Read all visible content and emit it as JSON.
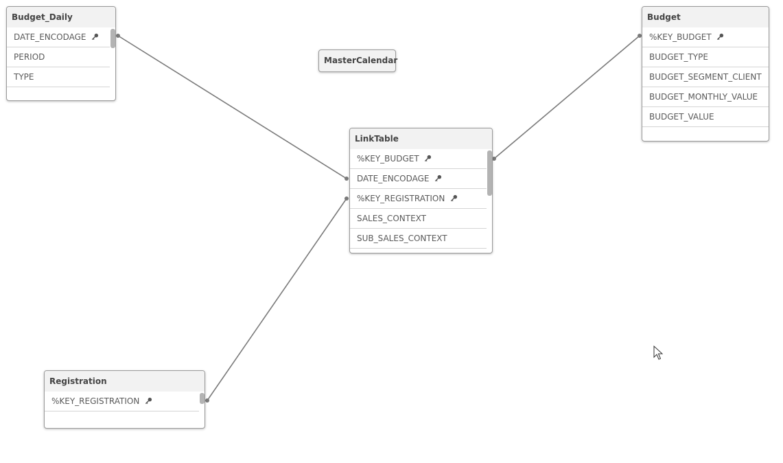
{
  "tables": {
    "budget_daily": {
      "title": "Budget_Daily",
      "fields": [
        "DATE_ENCODAGE",
        "PERIOD",
        "TYPE"
      ],
      "key_fields": [
        "DATE_ENCODAGE"
      ]
    },
    "master_calendar": {
      "title": "MasterCalendar"
    },
    "budget": {
      "title": "Budget",
      "fields": [
        "%KEY_BUDGET",
        "BUDGET_TYPE",
        "BUDGET_SEGMENT_CLIENT",
        "BUDGET_MONTHLY_VALUE",
        "BUDGET_VALUE"
      ],
      "key_fields": [
        "%KEY_BUDGET"
      ]
    },
    "link_table": {
      "title": "LinkTable",
      "fields": [
        "%KEY_BUDGET",
        "DATE_ENCODAGE",
        "%KEY_REGISTRATION",
        "SALES_CONTEXT",
        "SUB_SALES_CONTEXT"
      ],
      "key_fields": [
        "%KEY_BUDGET",
        "DATE_ENCODAGE",
        "%KEY_REGISTRATION"
      ]
    },
    "registration": {
      "title": "Registration",
      "fields": [
        "%KEY_REGISTRATION"
      ],
      "key_fields": [
        "%KEY_REGISTRATION"
      ]
    }
  },
  "links": [
    {
      "from": "budget_daily",
      "from_field": "DATE_ENCODAGE",
      "to": "link_table",
      "to_field": "DATE_ENCODAGE"
    },
    {
      "from": "budget",
      "from_field": "%KEY_BUDGET",
      "to": "link_table",
      "to_field": "%KEY_BUDGET"
    },
    {
      "from": "registration",
      "from_field": "%KEY_REGISTRATION",
      "to": "link_table",
      "to_field": "%KEY_REGISTRATION"
    }
  ],
  "colors": {
    "link_line": "#7a7a7a",
    "header_bg": "#f2f2f2",
    "border": "#9a9a9a"
  }
}
